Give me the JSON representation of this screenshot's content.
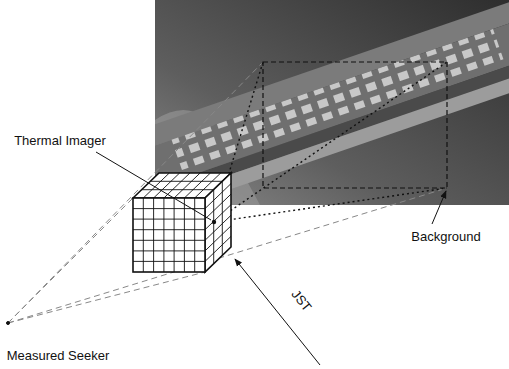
{
  "diagram": {
    "labels": [
      "Thermal Imager",
      "Background",
      "JST",
      "Measured Seeker"
    ]
  }
}
